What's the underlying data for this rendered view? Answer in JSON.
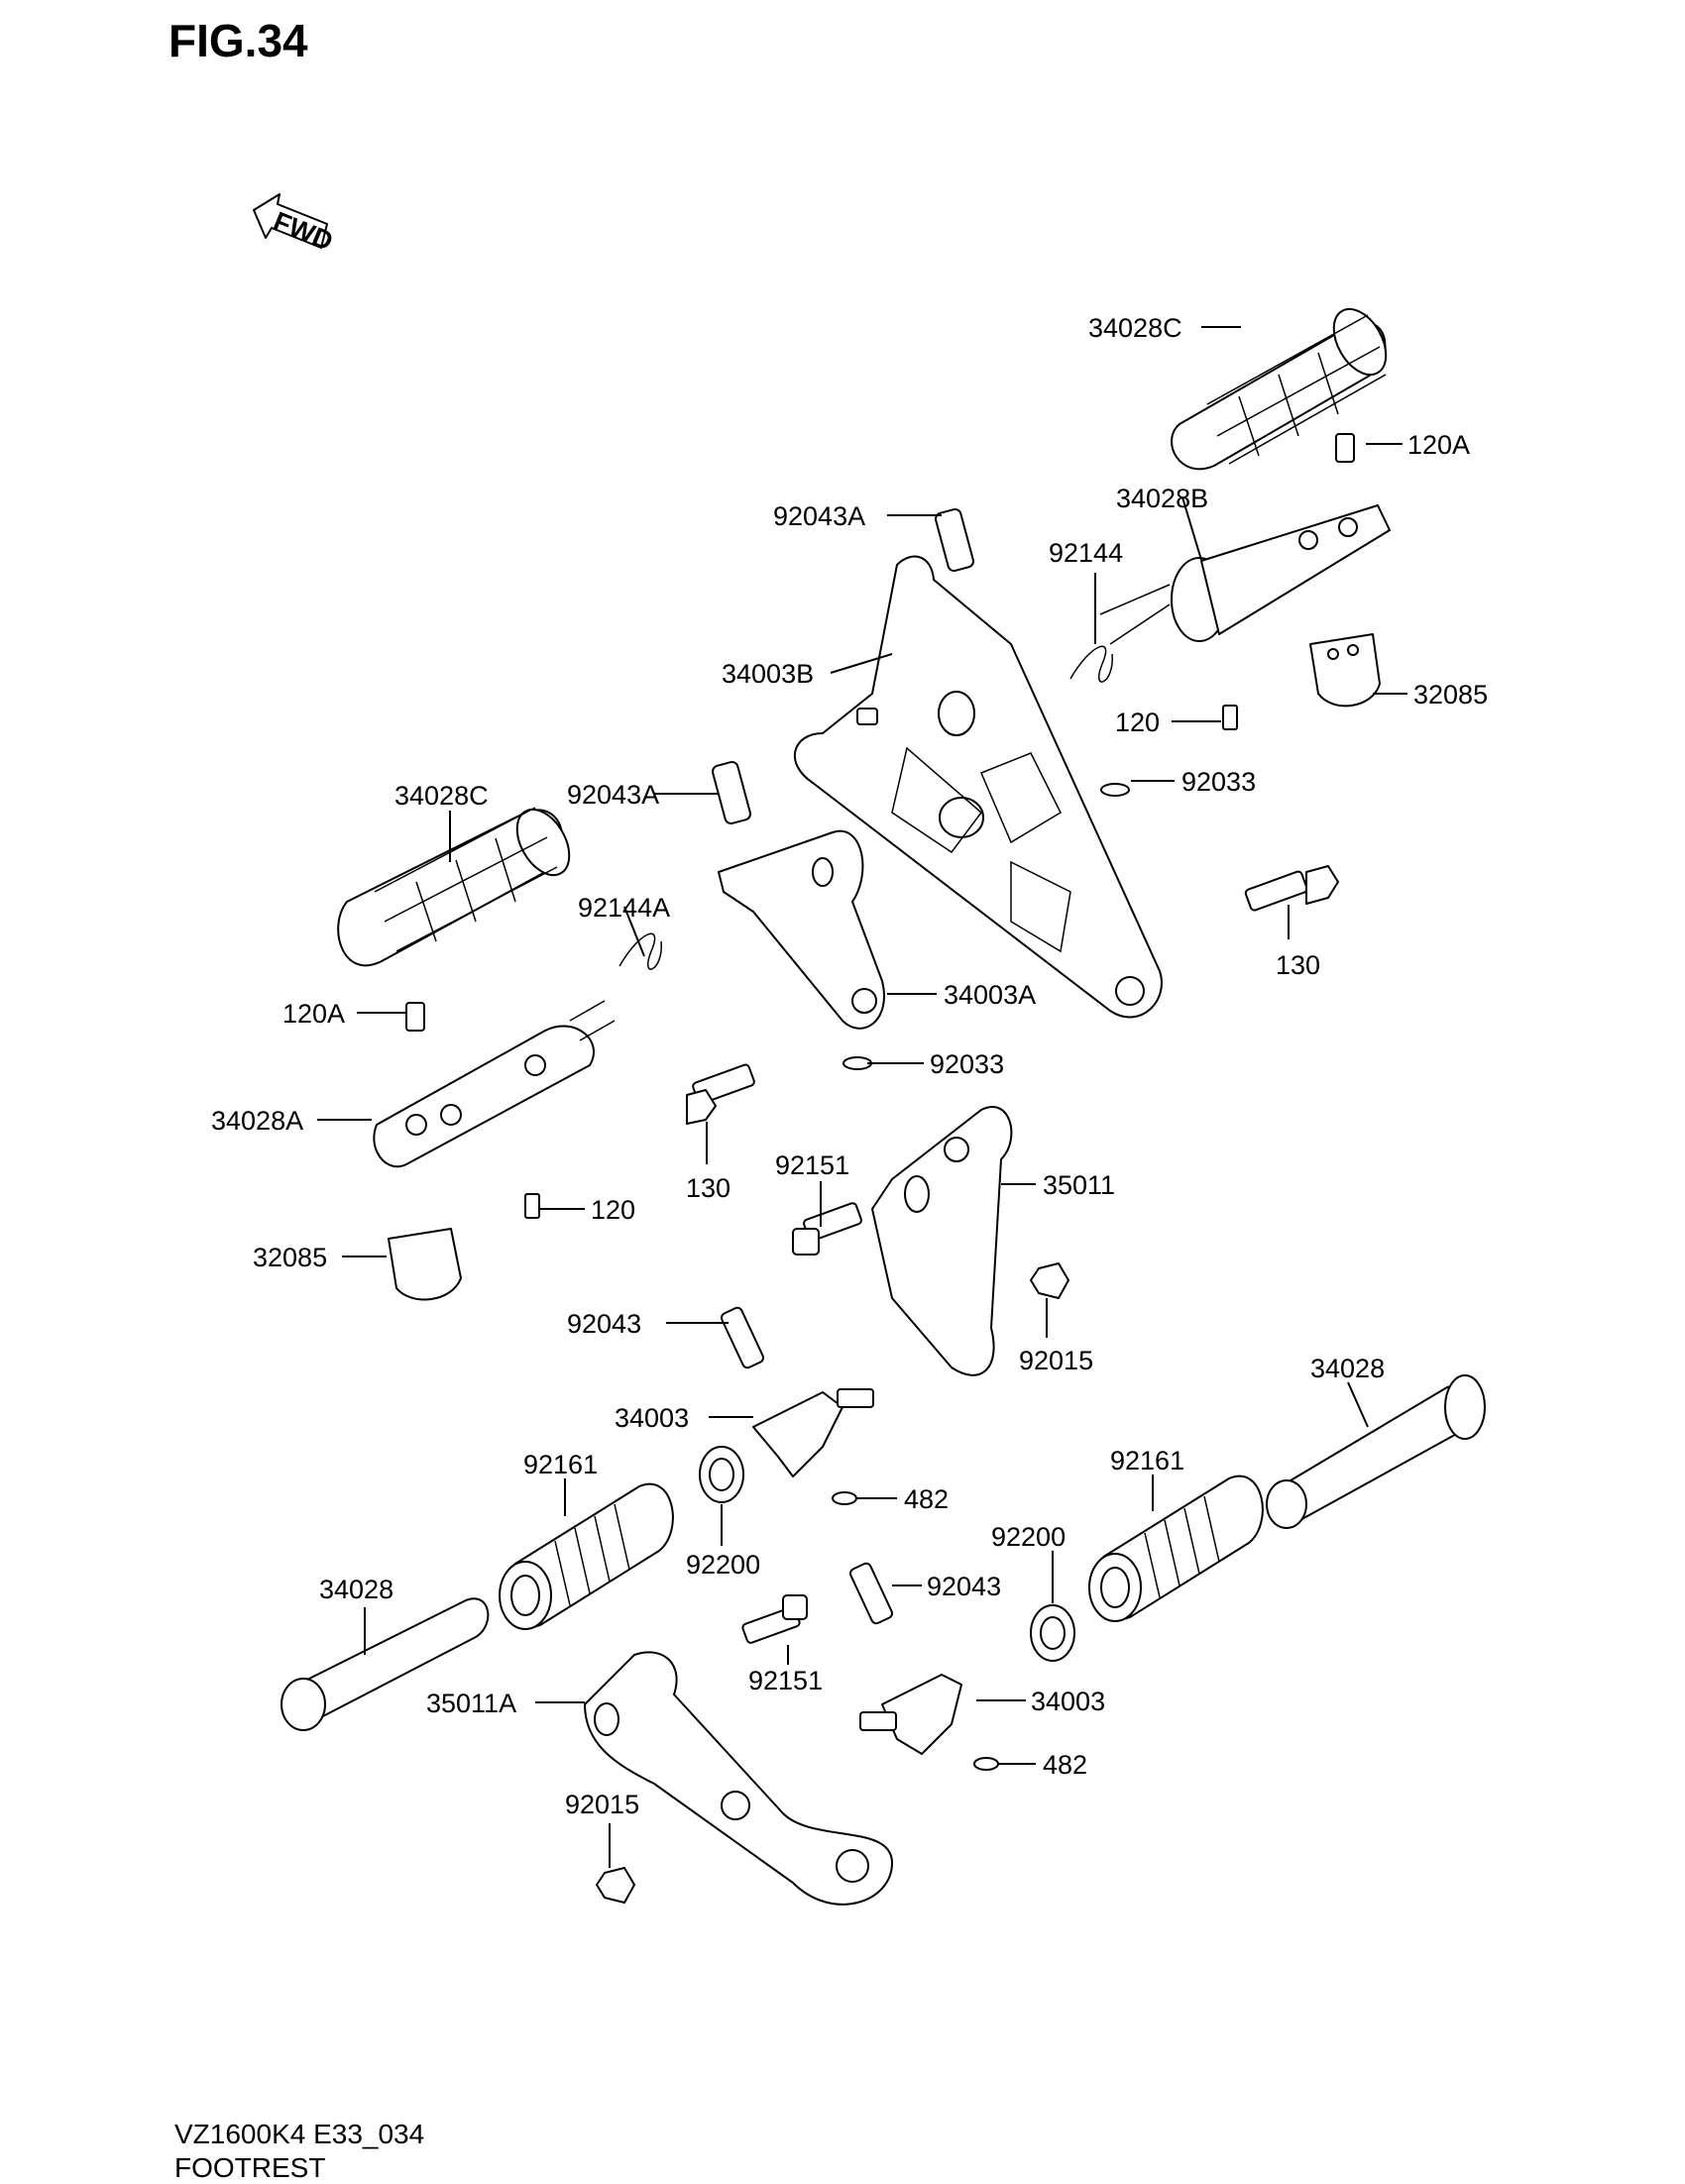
{
  "title": "FIG.34",
  "fwd_label": "FWD",
  "footer": {
    "model_code": "VZ1600K4 E33_034",
    "section": "FOOTREST"
  },
  "callouts": {
    "c1": "34028C",
    "c2": "120A",
    "c3": "34028B",
    "c4": "92043A",
    "c5": "92144",
    "c6": "34003B",
    "c7": "32085",
    "c8": "120",
    "c9": "92033",
    "c10": "92043A",
    "c11": "34028C",
    "c12": "92144A",
    "c13": "130",
    "c14": "34003A",
    "c15": "120A",
    "c16": "92033",
    "c17": "34028A",
    "c18": "130",
    "c19": "92151",
    "c20": "35011",
    "c21": "120",
    "c22": "32085",
    "c23": "92015",
    "c24": "92043",
    "c25": "34028",
    "c26": "34003",
    "c27": "92161",
    "c28": "482",
    "c29": "92161",
    "c30": "92200",
    "c31": "92200",
    "c32": "34028",
    "c33": "92043",
    "c34": "92151",
    "c35": "34003",
    "c36": "35011A",
    "c37": "482",
    "c38": "92015"
  }
}
